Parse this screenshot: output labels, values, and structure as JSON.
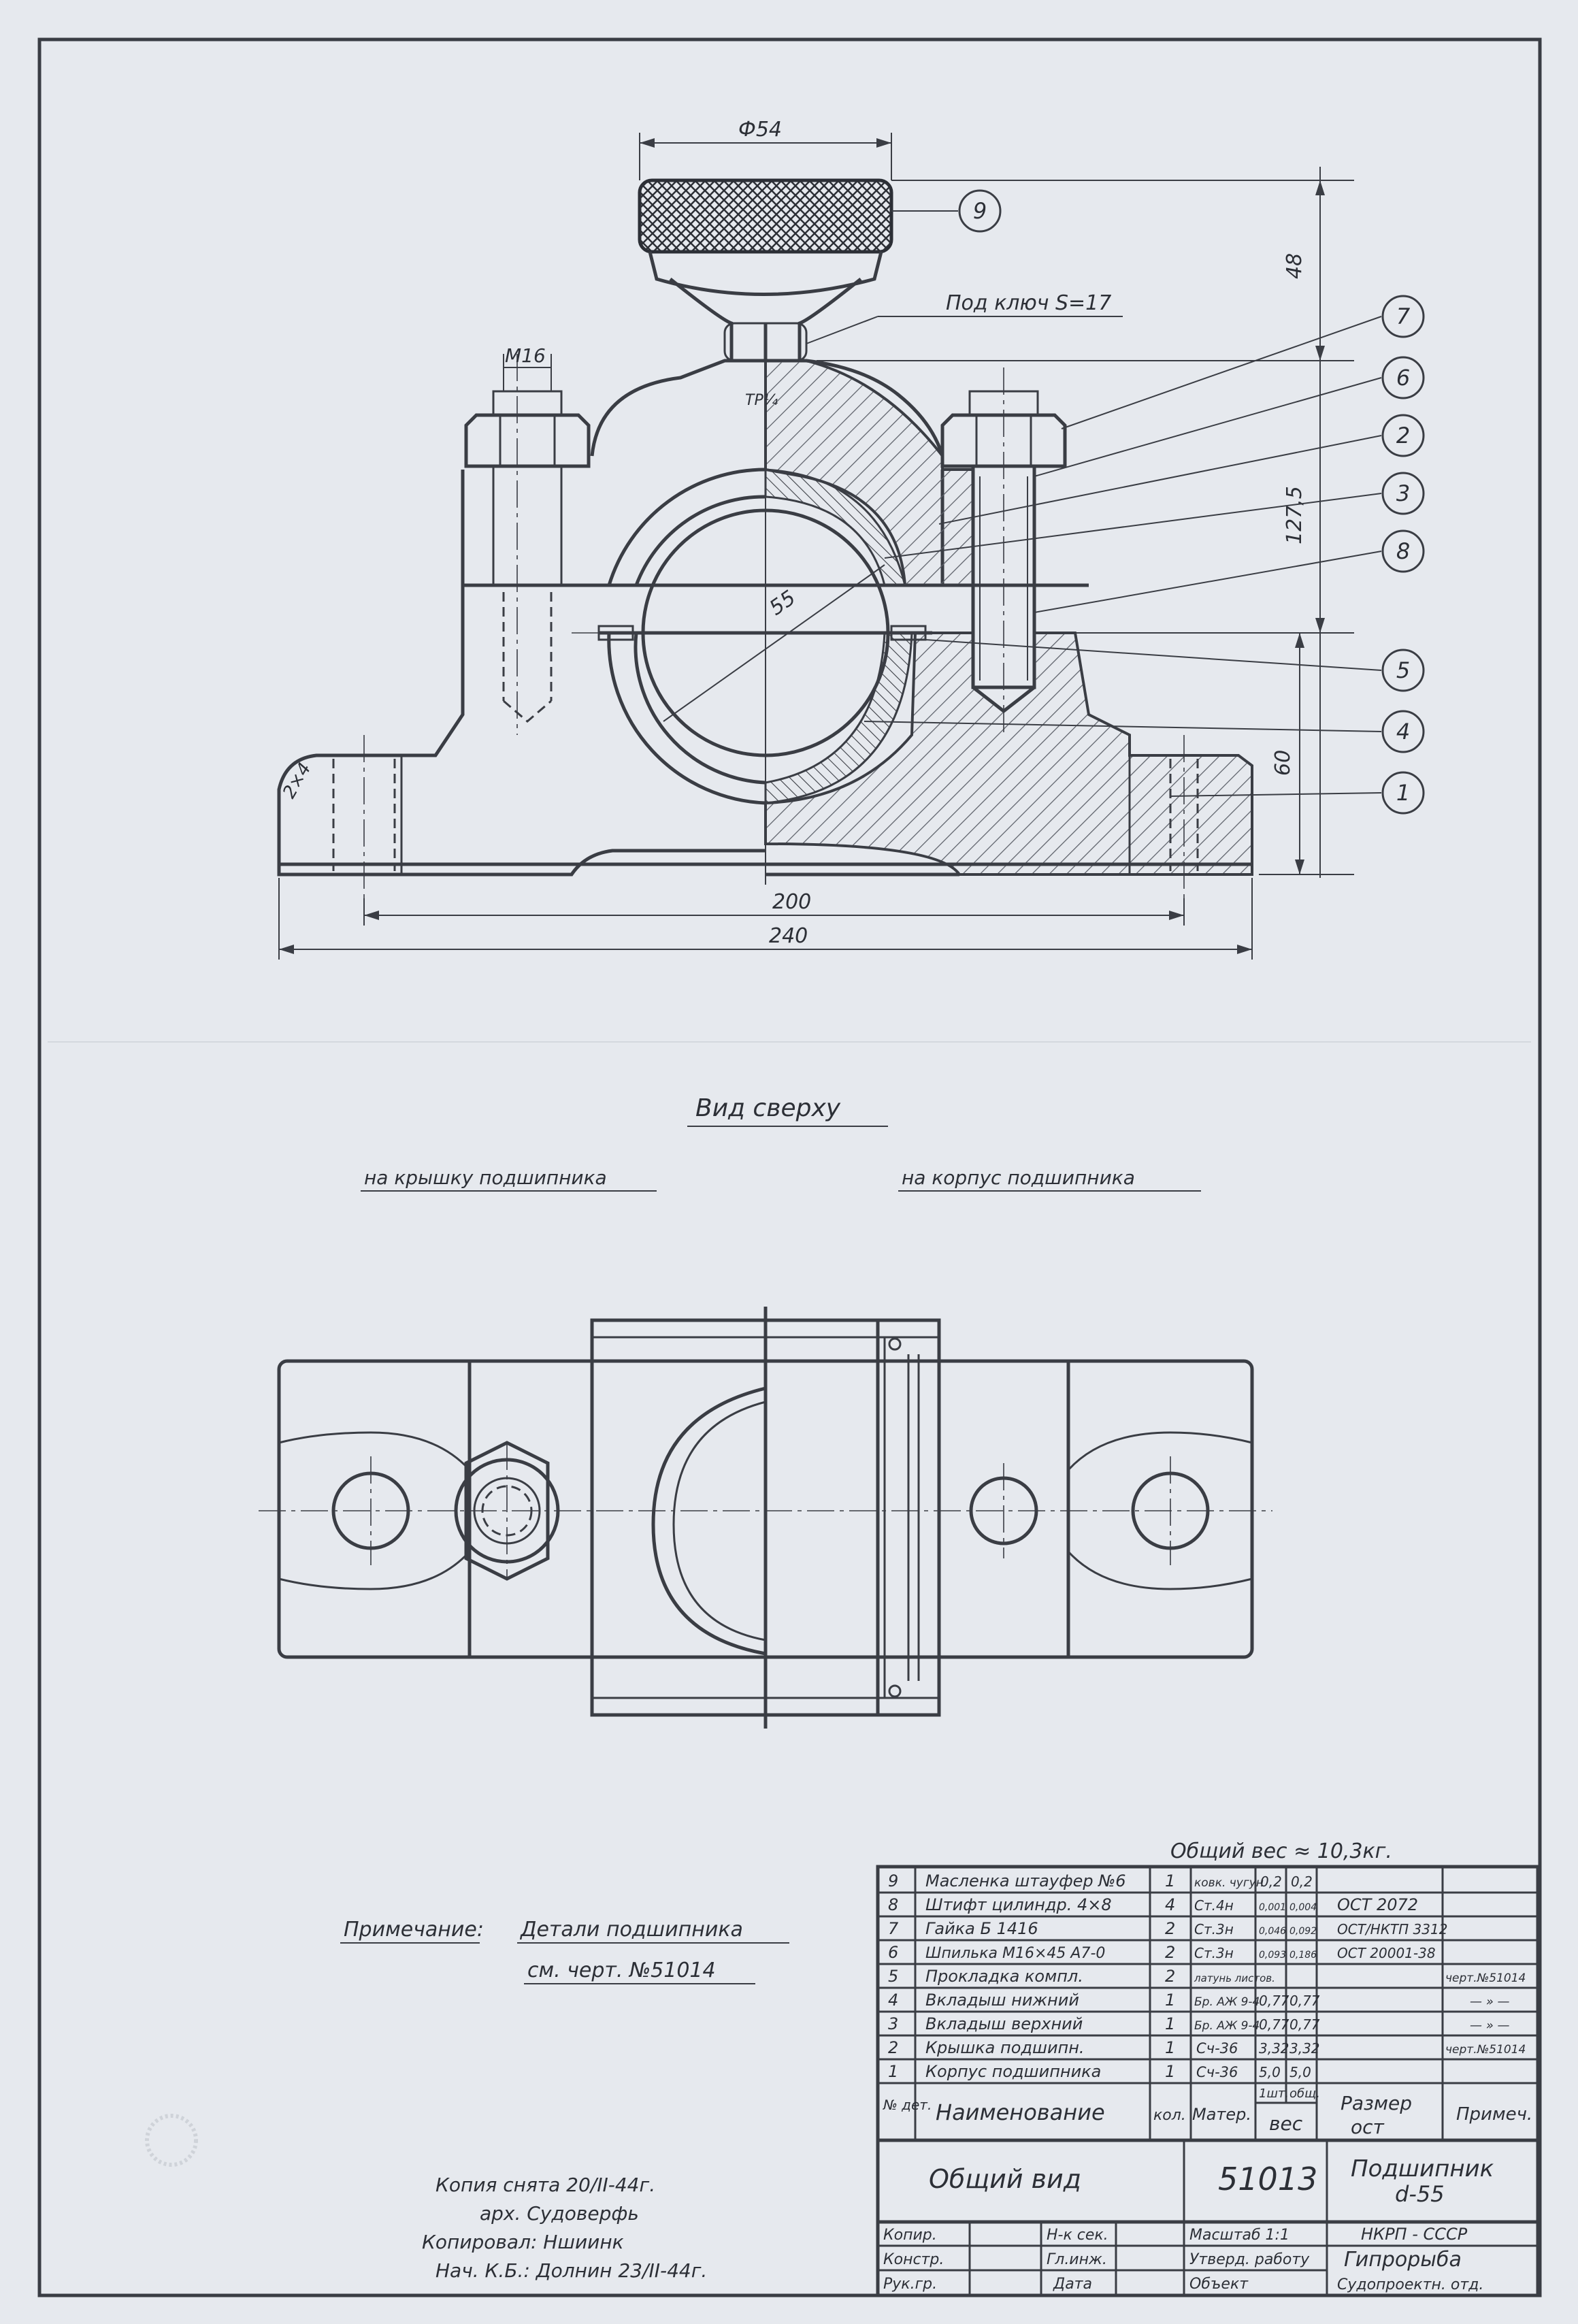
{
  "colors": {
    "paper": "#e6e9ee",
    "ink": "#3a3d44",
    "hatch": "#5b5f68"
  },
  "front_view": {
    "dim_diameter": "Ф54",
    "dim_height_48": "48",
    "dim_height_1275": "127,5",
    "dim_height_60": "60",
    "dim_bore": "55",
    "dim_200": "200",
    "dim_240": "240",
    "thread": "М16",
    "key_note": "Под ключ S=17",
    "chamfer": "2×4",
    "trf": "ТР¼"
  },
  "balloons": [
    "9",
    "7",
    "6",
    "2",
    "3",
    "8",
    "5",
    "4",
    "1"
  ],
  "top_view": {
    "title": "Вид сверху",
    "left_caption": "на крышку подшипника",
    "right_caption": "на корпус подшипника"
  },
  "note": {
    "label": "Примечание:",
    "line1": "Детали подшипника",
    "line2": "см. черт. №51014"
  },
  "total_weight": "Общий вес ≈ 10,3кг.",
  "bom": {
    "rows": [
      {
        "no": "9",
        "name": "Масленка штауфер №6",
        "qty": "1",
        "mat": "ковк. чугун",
        "w1": "0,2",
        "w2": "0,2",
        "std": "",
        "note": ""
      },
      {
        "no": "8",
        "name": "Штифт цилиндр. 4×8",
        "qty": "4",
        "mat": "Ст.4н",
        "w1": "0,001",
        "w2": "0,004",
        "std": "ОСТ 2072",
        "note": ""
      },
      {
        "no": "7",
        "name": "Гайка Б 1416",
        "qty": "2",
        "mat": "Ст.3н",
        "w1": "0,046",
        "w2": "0,092",
        "std": "ОСТ/НКТП 3312",
        "note": ""
      },
      {
        "no": "6",
        "name": "Шпилька М16×45 А7-0",
        "qty": "2",
        "mat": "Ст.3н",
        "w1": "0,093",
        "w2": "0,186",
        "std": "ОСТ 20001-38",
        "note": ""
      },
      {
        "no": "5",
        "name": "Прокладка компл.",
        "qty": "2",
        "mat": "латунь листов.",
        "w1": "",
        "w2": "",
        "std": "",
        "note": "черт.№51014"
      },
      {
        "no": "4",
        "name": "Вкладыш нижний",
        "qty": "1",
        "mat": "Бр. АЖ 9-4",
        "w1": "0,77",
        "w2": "0,77",
        "std": "",
        "note": "— » —"
      },
      {
        "no": "3",
        "name": "Вкладыш верхний",
        "qty": "1",
        "mat": "Бр. АЖ 9-4",
        "w1": "0,77",
        "w2": "0,77",
        "std": "",
        "note": "— » —"
      },
      {
        "no": "2",
        "name": "Крышка подшипн.",
        "qty": "1",
        "mat": "Сч-36",
        "w1": "3,32",
        "w2": "3,32",
        "std": "",
        "note": "черт.№51014"
      },
      {
        "no": "1",
        "name": "Корпус подшипника",
        "qty": "1",
        "mat": "Сч-36",
        "w1": "5,0",
        "w2": "5,0",
        "std": "",
        "note": ""
      }
    ],
    "header": {
      "no": "№ дет.",
      "name": "Наименование",
      "qty": "кол.",
      "mat": "Матер.",
      "w1": "1шт.",
      "w2": "общ.",
      "weight": "вес",
      "size": "Размер",
      "std": "ост",
      "note": "Примеч."
    }
  },
  "title_block": {
    "view": "Общий вид",
    "drawing_no": "51013",
    "product": "Подшипник",
    "size": "d-55",
    "roles": [
      "Копир.",
      "Констр.",
      "Рук.гр."
    ],
    "checks": [
      "Н-к сек.",
      "Гл.инж.",
      "Дата"
    ],
    "scale": "Масштаб 1:1",
    "approved": "Утверд. работу",
    "object": "Объект",
    "org1": "НКРП - СССР",
    "org2": "Гипрорыба",
    "org3": "Судопроектн. отд."
  },
  "copy_note": {
    "line1": "Копия снята 20/II-44г.",
    "line2": "арх. Судоверфь",
    "line3": "Копировал: Ншиинк",
    "line4": "Нач. К.Б.: Долнин 23/II-44г."
  }
}
